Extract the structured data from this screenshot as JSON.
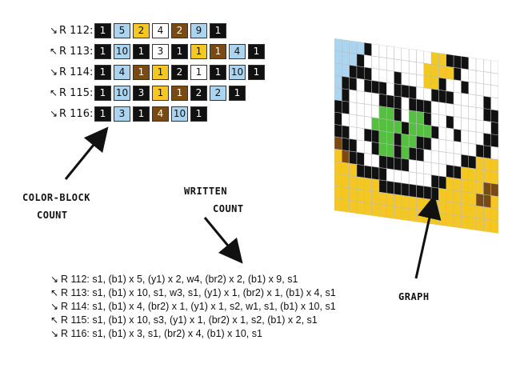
{
  "colors": {
    "b1": "#111111",
    "y1": "#f5c722",
    "w": "#ffffff",
    "br2": "#7a4a12",
    "b_light": "#aad4f0",
    "g": "#55c040"
  },
  "block_rows": [
    {
      "arrow": "↘",
      "label": "R 112:",
      "cells": [
        {
          "n": "1",
          "c": "b1"
        },
        {
          "n": "5",
          "c": "b_light"
        },
        {
          "n": "2",
          "c": "y1"
        },
        {
          "n": "4",
          "c": "w"
        },
        {
          "n": "2",
          "c": "br2"
        },
        {
          "n": "9",
          "c": "b_light"
        },
        {
          "n": "1",
          "c": "b1"
        }
      ]
    },
    {
      "arrow": "↖",
      "label": "R 113:",
      "cells": [
        {
          "n": "1",
          "c": "b1"
        },
        {
          "n": "10",
          "c": "b_light"
        },
        {
          "n": "1",
          "c": "b1"
        },
        {
          "n": "3",
          "c": "w"
        },
        {
          "n": "1",
          "c": "b1"
        },
        {
          "n": "1",
          "c": "y1"
        },
        {
          "n": "1",
          "c": "br2"
        },
        {
          "n": "4",
          "c": "b_light"
        },
        {
          "n": "1",
          "c": "b1"
        }
      ]
    },
    {
      "arrow": "↘",
      "label": "R 114:",
      "cells": [
        {
          "n": "1",
          "c": "b1"
        },
        {
          "n": "4",
          "c": "b_light"
        },
        {
          "n": "1",
          "c": "br2"
        },
        {
          "n": "1",
          "c": "y1"
        },
        {
          "n": "2",
          "c": "b1"
        },
        {
          "n": "1",
          "c": "w"
        },
        {
          "n": "1",
          "c": "b1"
        },
        {
          "n": "10",
          "c": "b_light"
        },
        {
          "n": "1",
          "c": "b1"
        }
      ]
    },
    {
      "arrow": "↖",
      "label": "R 115:",
      "cells": [
        {
          "n": "1",
          "c": "b1"
        },
        {
          "n": "10",
          "c": "b_light"
        },
        {
          "n": "3",
          "c": "b1"
        },
        {
          "n": "1",
          "c": "y1"
        },
        {
          "n": "1",
          "c": "br2"
        },
        {
          "n": "2",
          "c": "b1"
        },
        {
          "n": "2",
          "c": "b_light"
        },
        {
          "n": "1",
          "c": "b1"
        }
      ]
    },
    {
      "arrow": "↘",
      "label": "R 116:",
      "cells": [
        {
          "n": "1",
          "c": "b1"
        },
        {
          "n": "3",
          "c": "b_light"
        },
        {
          "n": "1",
          "c": "b1"
        },
        {
          "n": "4",
          "c": "br2"
        },
        {
          "n": "10",
          "c": "b_light"
        },
        {
          "n": "1",
          "c": "b1"
        }
      ]
    }
  ],
  "labels": {
    "color_block_1": "COLOR-BLOCK",
    "color_block_2": "COUNT",
    "written_1": "WRITTEN",
    "written_2": "COUNT",
    "graph": "GRAPH"
  },
  "written_rows": [
    {
      "arrow": "↘",
      "text": "R 112: s1, (b1) x 5, (y1) x 2, w4, (br2) x 2, (b1) x 9, s1"
    },
    {
      "arrow": "↖",
      "text": "R 113: s1, (b1) x 10, s1, w3, s1, (y1) x 1, (br2) x 1, (b1) x 4, s1"
    },
    {
      "arrow": "↘",
      "text": "R 114: s1, (b1) x 4, (br2) x 1, (y1) x 1, s2, w1, s1, (b1) x 10, s1"
    },
    {
      "arrow": "↖",
      "text": "R 115: s1, (b1) x 10, s3, (y1) x 1, (br2) x 1, s2, (b1) x 2, s1"
    },
    {
      "arrow": "↘",
      "text": "R 116: s1, (b1) x 3, s1, (br2) x 4, (b1) x 10, s1"
    }
  ],
  "graph_grid": [
    "LLLLKWWWWWWWWYYKKKWWWW",
    "LLLKWWWWWWWWYYYYKWWWWW",
    "LLKKKWWWKWWWYYKWWKWWWW",
    "LKKWKKKWKKKWWKKKWWWWKW",
    "LKWWWWKKKWKKKWWWWWWWKK",
    "KKWWWWGGKWGGKWWKWWWWWK",
    "KWWWWGGGGKGGGKWWKWWWKK",
    "KKWWKKGGKGGKKWWWWWWKKW",
    "BKKWWKGGKGKKWWWWWKKYYY",
    "YBKKWWKKKKWWWWWKKYYYYY",
    "YYYKKKKWWWWWWKKYYYYYBB",
    "YYYYYYKKKKKKKKYYYYYBBY",
    "YYYYYYYYYYYYYYYYYYYYYY",
    "YYYYYYYYYYYYYYYYYYYYYY"
  ],
  "graph_palette": {
    "L": "#aad4f0",
    "K": "#111111",
    "W": "#ffffff",
    "Y": "#f5c722",
    "G": "#55c040",
    "B": "#7a4a12"
  }
}
